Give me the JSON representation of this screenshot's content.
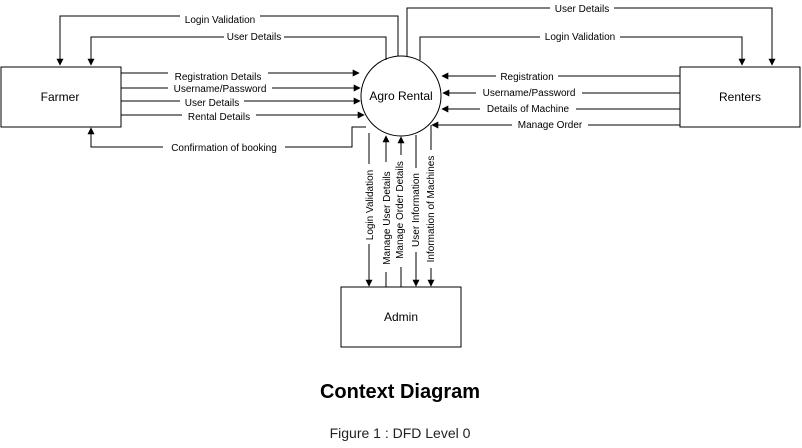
{
  "diagram": {
    "type": "context-diagram",
    "nodes": {
      "farmer": "Farmer",
      "agro": "Agro Rental",
      "renters": "Renters",
      "admin": "Admin"
    },
    "flows": {
      "farmer_login_validation": "Login Validation",
      "farmer_user_details_out": "User Details",
      "farmer_registration": "Registration Details",
      "farmer_username_password": "Username/Password",
      "farmer_user_details_in": "User Details",
      "farmer_rental_details": "Rental Details",
      "farmer_confirmation": "Confirmation of booking",
      "renters_user_details_out": "User Details",
      "renters_login_validation": "Login Validation",
      "renters_registration": "Registration",
      "renters_username_password": "Username/Password",
      "renters_machine_details": "Details of Machine",
      "renters_manage_order": "Manage Order",
      "admin_login_validation": "Login Validation",
      "admin_manage_user": "Manage User Details",
      "admin_manage_order": "Manage Order Details",
      "admin_user_info": "User Information",
      "admin_machine_info": "Information of Machines"
    },
    "title": "Context Diagram",
    "caption": "Figure 1 : DFD Level 0"
  },
  "colors": {
    "stroke": "#000000",
    "fill": "#ffffff",
    "caption": "#222222"
  }
}
